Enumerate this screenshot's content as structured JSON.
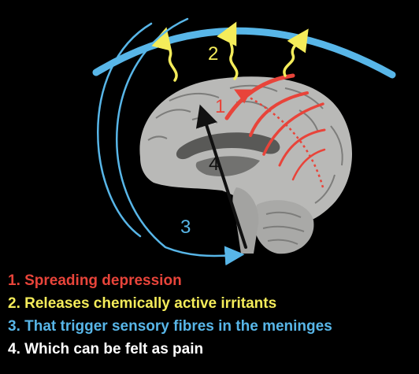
{
  "colors": {
    "background": "#000000",
    "step1": "#e8443a",
    "step2": "#f4ec5a",
    "step3": "#58b6e8",
    "step4": "#ffffff",
    "brain_fill": "#b9b9b7",
    "brain_dark": "#595957",
    "brain_fold": "#7d7d7b"
  },
  "diagram": {
    "labels": {
      "step1": "1",
      "step2": "2",
      "step3": "3",
      "step4": "4"
    }
  },
  "legend": {
    "items": [
      {
        "text": "1. Spreading depression",
        "color": "#e8443a"
      },
      {
        "text": "2. Releases chemically active irritants",
        "color": "#f4ec5a"
      },
      {
        "text": "3. That trigger sensory fibres in the meninges",
        "color": "#58b6e8"
      },
      {
        "text": "4. Which can be felt as pain",
        "color": "#ffffff"
      }
    ]
  }
}
